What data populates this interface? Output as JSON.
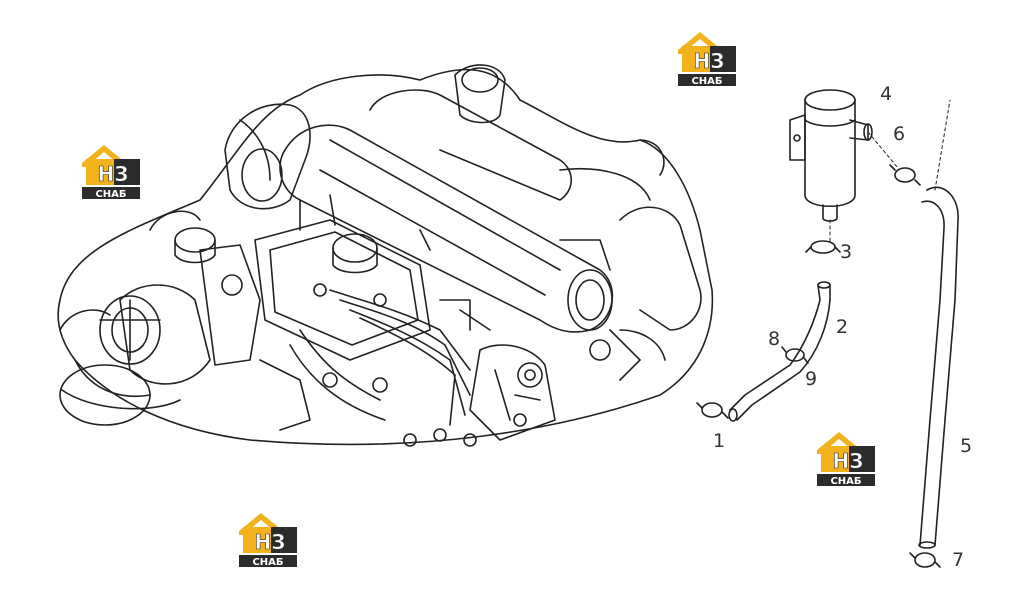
{
  "diagram": {
    "callouts": [
      "1",
      "2",
      "3",
      "4",
      "5",
      "6",
      "7",
      "8",
      "9"
    ]
  },
  "watermark": {
    "mark": "НЗ",
    "caption": "СНАБ",
    "colors": {
      "gold": "#f2b21b",
      "dark": "#2b2b2b",
      "white": "#ffffff"
    }
  },
  "colors": {
    "line": "#222222",
    "background": "#ffffff"
  }
}
